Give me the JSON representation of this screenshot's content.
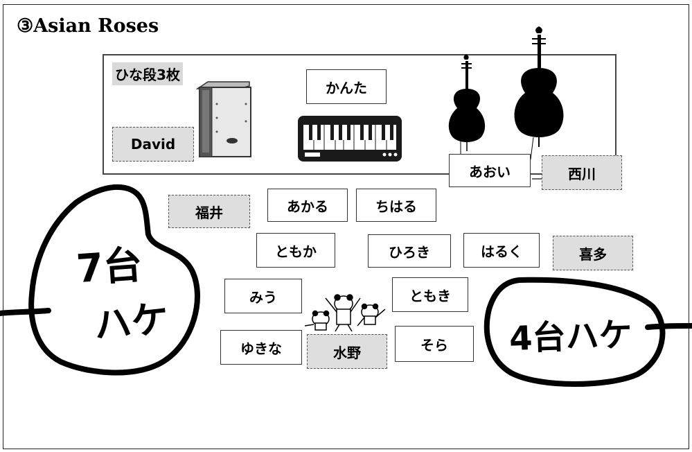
{
  "title": "③Asian Roses",
  "stage": {
    "label": "ひな段3枚"
  },
  "names": {
    "david": "David",
    "kanta": "かんた",
    "aoi": "あおい",
    "nishikawa": "西川",
    "fukui": "福井",
    "akaru": "あかる",
    "chiharu": "ちはる",
    "tomoka": "ともか",
    "hiroki": "ひろき",
    "haruku": "はるく",
    "kita": "喜多",
    "miu": "みう",
    "tomoki": "ともき",
    "yukina": "ゆきな",
    "mizuno": "水野",
    "sora": "そら"
  },
  "left_blob": {
    "line1": "7台",
    "line2": "ハケ"
  },
  "right_blob": {
    "text": "4台ハケ"
  },
  "instruments": [
    "cajon",
    "keyboard",
    "violin",
    "cello"
  ],
  "mascot": "pandas-cheering"
}
